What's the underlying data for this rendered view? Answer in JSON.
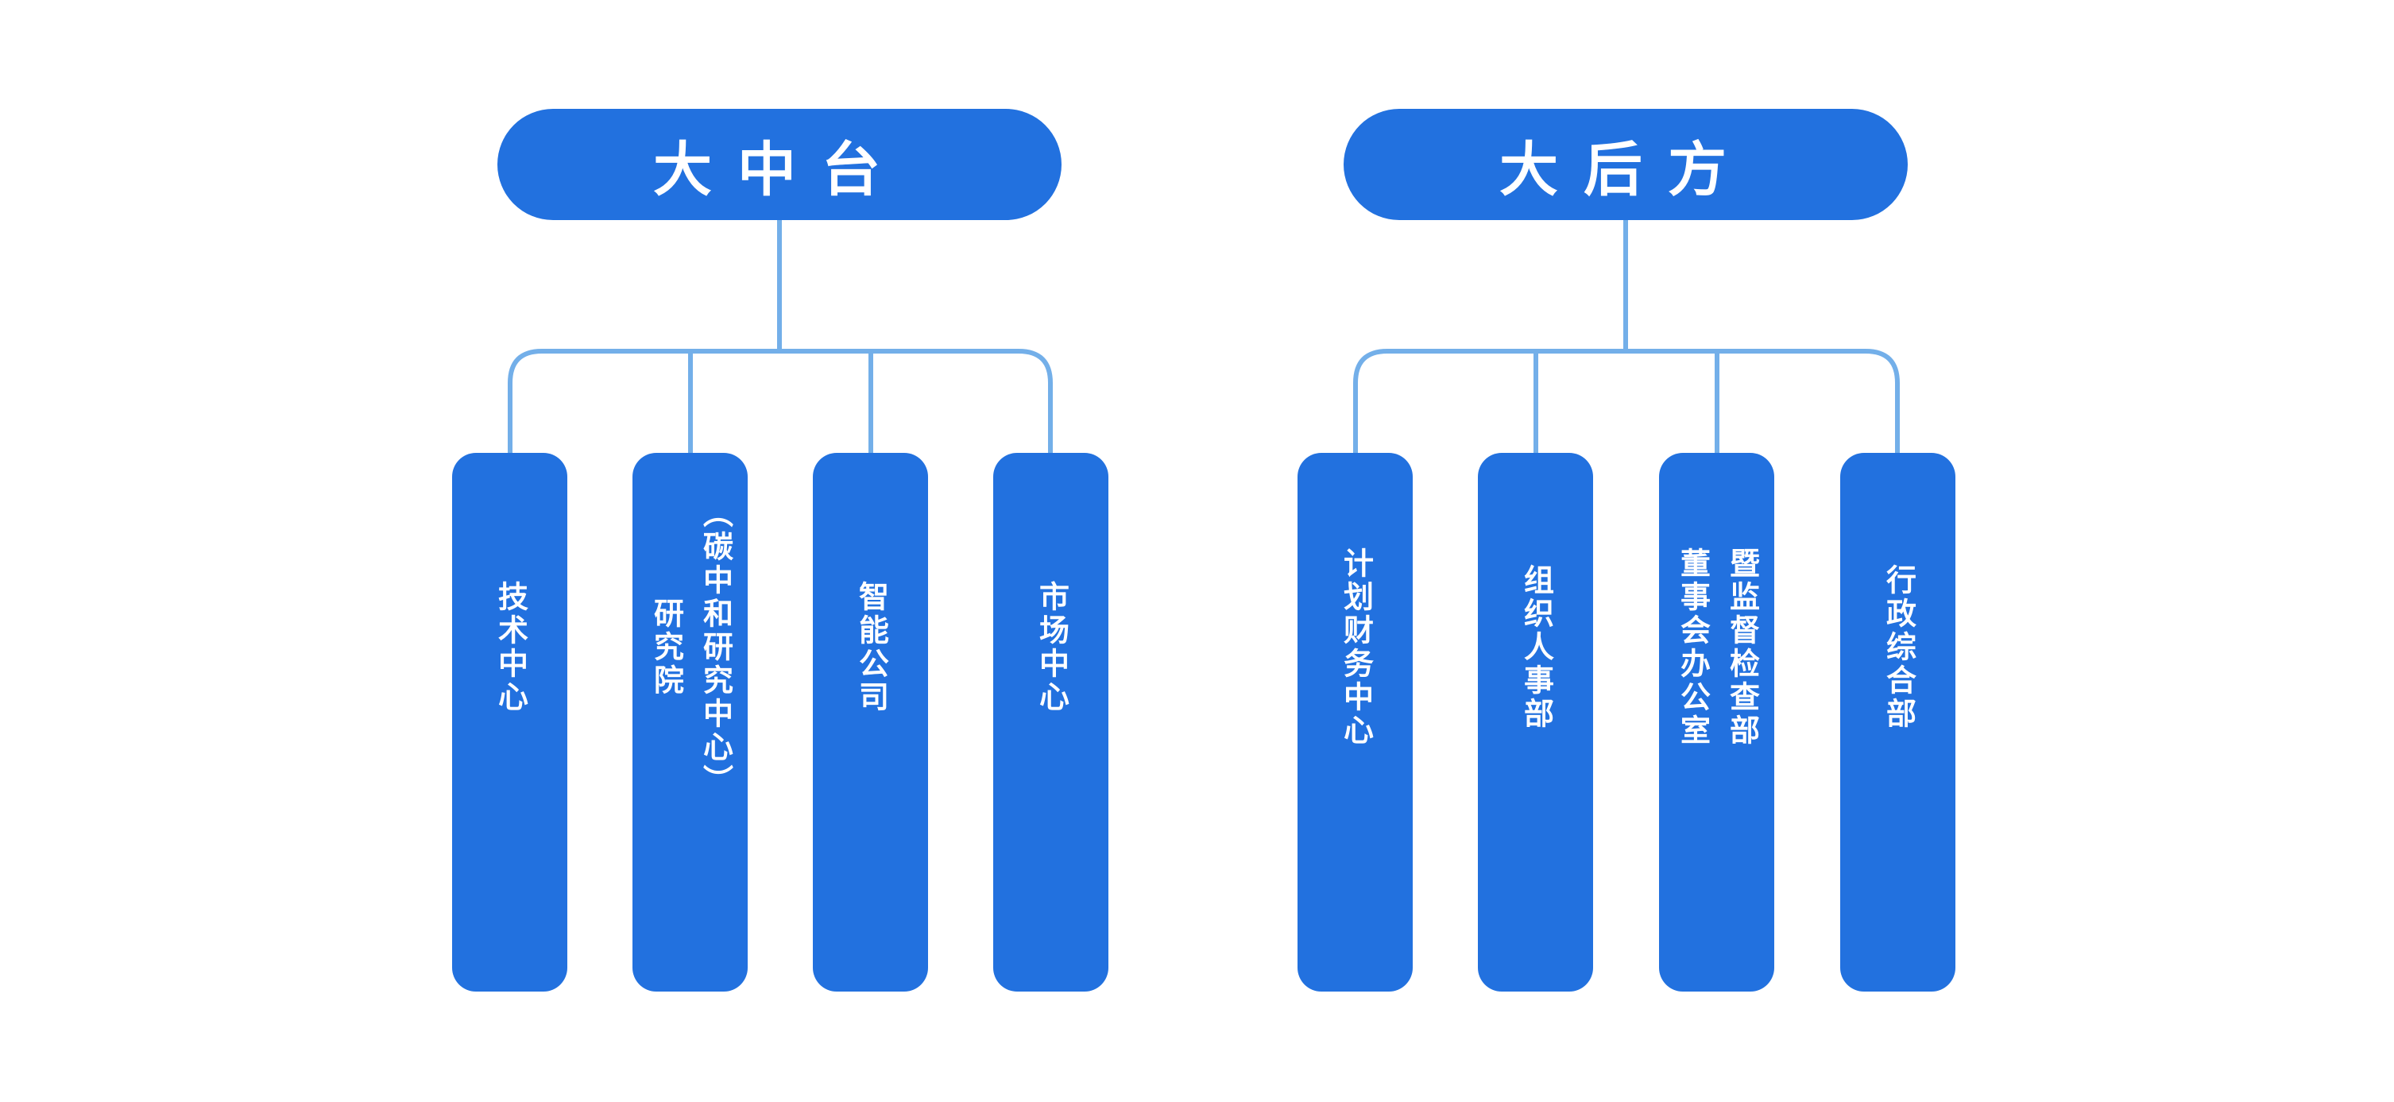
{
  "colors": {
    "node_fill": "#2271DF",
    "node_text": "#FFFFFF",
    "connector": "#73AFE9",
    "background": "#FFFFFF"
  },
  "groups": [
    {
      "parent": {
        "label": "大中台"
      },
      "children": [
        {
          "lines": [
            "技术中心"
          ]
        },
        {
          "lines": [
            "研究院",
            "（碳中和研究中心）"
          ]
        },
        {
          "lines": [
            "智能公司"
          ]
        },
        {
          "lines": [
            "市场中心"
          ]
        }
      ]
    },
    {
      "parent": {
        "label": "大后方"
      },
      "children": [
        {
          "lines": [
            "计划财务中心"
          ]
        },
        {
          "lines": [
            "组织人事部"
          ]
        },
        {
          "lines": [
            "董事会办公室",
            "暨监督检查部"
          ]
        },
        {
          "lines": [
            "行政综合部"
          ]
        }
      ]
    }
  ]
}
